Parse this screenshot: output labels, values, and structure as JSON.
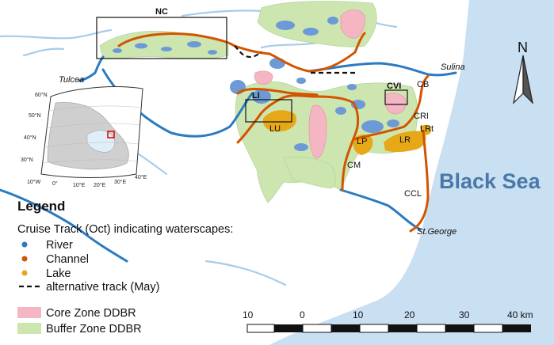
{
  "colors": {
    "river": "#2a7bc0",
    "channel": "#d35400",
    "lake": "#e6a817",
    "core_zone": "#f4b6c2",
    "buffer_zone": "#cde6b0",
    "water": "#c9dff2",
    "sea_text": "#4a78a8"
  },
  "zones": {
    "nc": "NC",
    "cvi": "CVI",
    "li": "LI"
  },
  "lakes": {
    "lu": "LU",
    "lp": "LP",
    "lr": "LR",
    "lrt": "LRt"
  },
  "points": {
    "cb": "CB",
    "cri": "CRI",
    "cm": "CM",
    "ccl": "CCL"
  },
  "towns": {
    "tulcea": "Tulcea",
    "sulina": "Sulina",
    "st_george": "St.George"
  },
  "sea_label": "Black Sea",
  "north_label": "N",
  "legend": {
    "title": "Legend",
    "subtitle": "Cruise Track (Oct) indicating waterscapes:",
    "river": "River",
    "channel": "Channel",
    "lake": "Lake",
    "alt_track": "alternative track (May)",
    "core": "Core Zone DDBR",
    "buffer": "Buffer Zone DDBR"
  },
  "scale_bar": {
    "labels": [
      "10",
      "0",
      "10",
      "20",
      "30",
      "40 km"
    ]
  },
  "inset": {
    "lat_labels": [
      "60°N",
      "50°N",
      "40°N",
      "30°N"
    ],
    "lon_labels": [
      "10°W",
      "0°",
      "10°E",
      "20°E",
      "30°E",
      "40°E"
    ]
  }
}
